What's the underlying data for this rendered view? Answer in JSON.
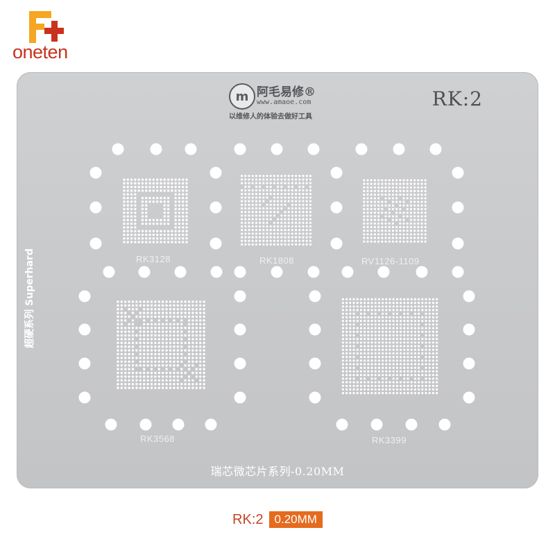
{
  "logo": {
    "text": "oneten",
    "icon": "oneten-logo-icon",
    "color": "#c8321e",
    "accent": "#f5a623"
  },
  "stencil": {
    "brand_name": "阿毛易修®",
    "brand_url": "www.amaoe.com",
    "brand_slogan": "以维修人的体验去做好工具",
    "brand_badge": "m",
    "model": "RK:2",
    "side_text": "超硬系列 Superhard",
    "series_text": "瑞芯微芯片系列-0.20MM",
    "chips": [
      {
        "label": "RK3128"
      },
      {
        "label": "RK1808"
      },
      {
        "label": "RV1126-1109"
      },
      {
        "label": "RK3568"
      },
      {
        "label": "RK3399"
      }
    ]
  },
  "footer": {
    "model": "RK:2",
    "thickness": "0.20MM"
  },
  "colors": {
    "stencil": "#cacbcd",
    "model_text": "#c34425",
    "badge_bg": "#e56b1f"
  }
}
